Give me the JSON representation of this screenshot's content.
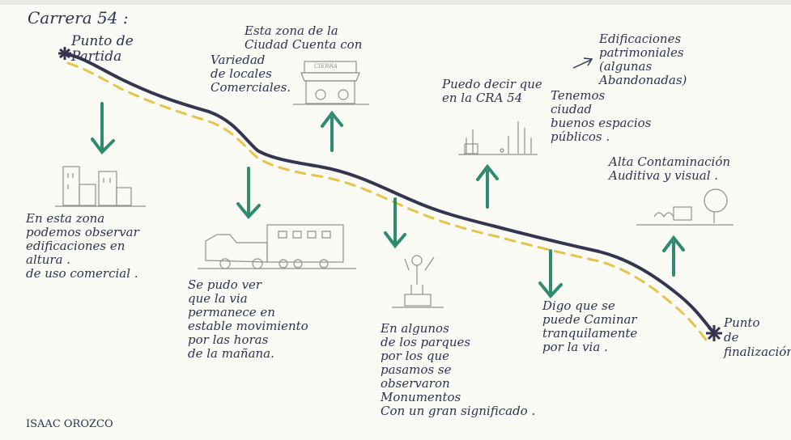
{
  "title": "Carrera 54 :",
  "start_label": "Punto de\nPartida",
  "end_label": "Punto\nde\nfinalización",
  "notes": {
    "zona_comercial": "Esta zona de la\nCiudad Cuenta con",
    "variedad": "Variedad\nde locales\nComerciales.",
    "sign": "CIERRA",
    "edificaciones_altura": "En esta zona\npodemos observar\nedificaciones en\naltura .\nde uso comercial .",
    "via_movimiento": "Se pudo ver\nque la via\npermanece en\nestable movimiento\npor las horas\nde la mañana.",
    "espacios_publicos_a": "Puedo decir que\nen la CRA 54",
    "espacios_publicos_b": "Tenemos\nciudad\nbuenos espacios\npúblicos .",
    "patrimoniales": "Edificaciones\npatrimoniales\n(algunas\nAbandonadas)",
    "contaminacion": "Alta Contaminación\nAuditiva y visual .",
    "monumentos": "En algunos\nde los parques\npor los que\npasamos se\nobservaron\nMonumentos\nCon un gran significado .",
    "caminar": "Digo que se\npuede Caminar\ntranquilamente\npor la via ."
  },
  "author": "ISAAC OROZCO",
  "colors": {
    "ink": "#2c3250",
    "road": "#34364f",
    "dash": "#e5c44a",
    "arrow": "#2f8a70",
    "pencil": "#9a9a96"
  },
  "icons": [
    "buildings-sketch",
    "truck-sketch",
    "storefront-sketch",
    "monument-sketch",
    "public-space-sketch",
    "park-sketch",
    "start-marker",
    "end-marker"
  ]
}
